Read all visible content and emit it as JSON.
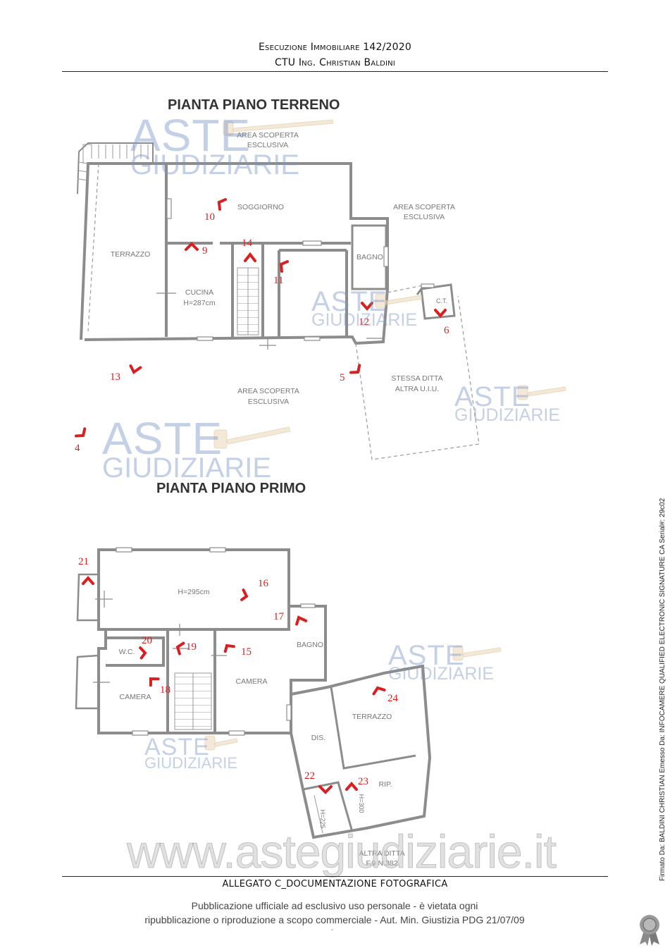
{
  "header": {
    "line1": "Esecuzione Immobiliare 142/2020",
    "line2": "CTU Ing. Christian Baldini"
  },
  "ground_floor": {
    "title": "PIANTA PIANO TERRENO",
    "rooms": {
      "area_top_1": "AREA SCOPERTA",
      "area_top_2": "ESCLUSIVA",
      "area_right_1": "AREA SCOPERTA",
      "area_right_2": "ESCLUSIVA",
      "area_bottom_1": "AREA SCOPERTA",
      "area_bottom_2": "ESCLUSIVA",
      "soggiorno": "SOGGIORNO",
      "terrazzo": "TERRAZZO",
      "bagno": "BAGNO",
      "cucina": "CUCINA",
      "cucina_h": "H=287cm",
      "ct": "C.T.",
      "stessa_1": "STESSA DITTA",
      "stessa_2": "ALTRA U.I.U."
    },
    "markers": [
      "4",
      "5",
      "6",
      "9",
      "10",
      "11",
      "12",
      "13",
      "14"
    ]
  },
  "first_floor": {
    "title": "PIANTA PIANO PRIMO",
    "rooms": {
      "h295": "H=295cm",
      "bagno": "BAGNO",
      "wc": "W.C.",
      "camera_left": "CAMERA",
      "camera_right": "CAMERA",
      "dis": "DIS.",
      "terrazzo": "TERRAZZO",
      "rip": "RIP.",
      "h225": "H=225",
      "h300": "H=300",
      "altra_1": "ALTRA DITTA",
      "altra_2": "F.9 N.382"
    },
    "markers": [
      "15",
      "16",
      "17",
      "18",
      "19",
      "20",
      "21",
      "22",
      "23",
      "24"
    ]
  },
  "watermark": {
    "brand_line1": "ASTE",
    "brand_line2": "GIUDIZIARIE",
    "url": "www.astegiudiziarie.it"
  },
  "footer": {
    "title": "ALLEGATO C_DOCUMENTAZIONE FOTOGRAFICA",
    "notice_line1": "Pubblicazione ufficiale ad esclusivo uso personale - è vietata ogni",
    "notice_line2": "ripubblicazione o riproduzione a scopo commerciale - Aut. Min. Giustizia PDG 21/07/09",
    "dash": "-"
  },
  "signature": "Firmato Da: BALDINI CHRISTIAN Emesso Da: INFOCAMERE QUALIFIED ELECTRONIC SIGNATURE CA Serial#: 29c02",
  "colors": {
    "marker": "#d91f1f",
    "wall": "#8a8a8a",
    "watermark": "#7d96c8"
  }
}
